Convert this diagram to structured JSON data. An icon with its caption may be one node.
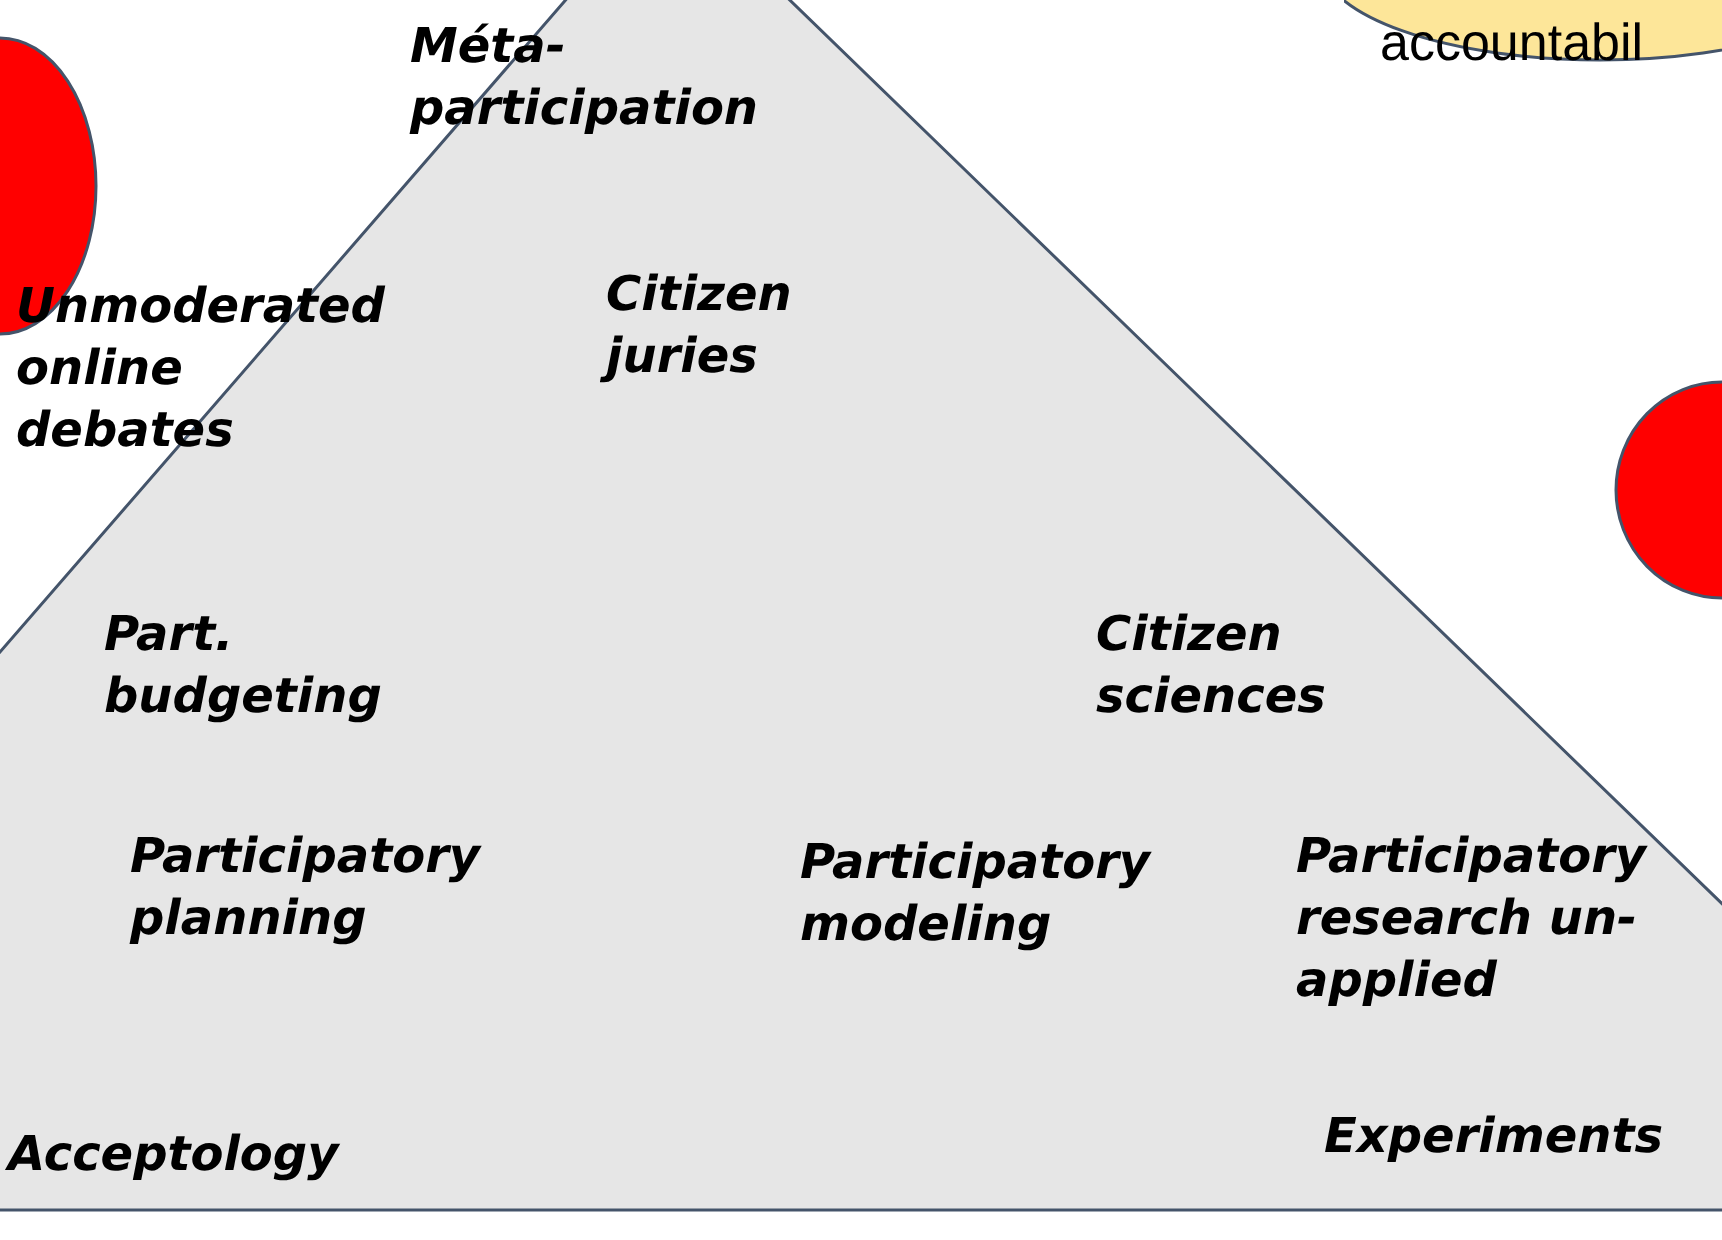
{
  "diagram": {
    "nodes": [
      {
        "text": [],
        "shape": "triangle"
      },
      {
        "text": [],
        "shape": "circle"
      },
      {
        "text": [],
        "shape": "circle"
      },
      {
        "text": [
          "accountabil"
        ]
      }
    ],
    "labels": [
      "Méta- participation",
      "Unmoderated online debates",
      "Citizen juries",
      "Part. budgeting",
      "Citizen sciences",
      "Participatory planning",
      "Participatory modeling",
      "Participatory research un-applied",
      "Acceptology",
      "Experiments"
    ]
  }
}
